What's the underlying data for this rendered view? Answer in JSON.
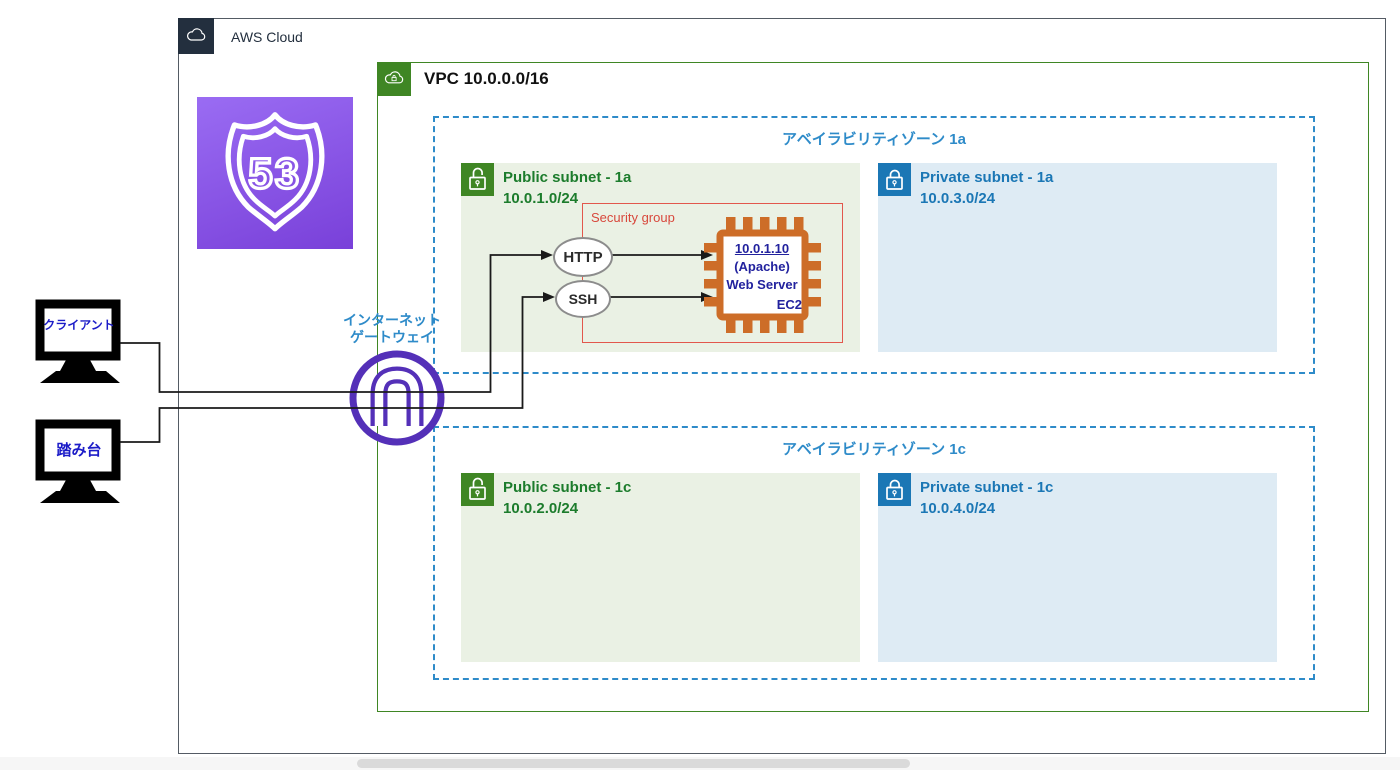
{
  "colors": {
    "aws_dark": "#232F3E",
    "aws_border": "#545B64",
    "vpc_green": "#3F8624",
    "az_blue": "#2E8BC9",
    "public_bg": "#EAF1E4",
    "private_bg": "#DEEBF4",
    "public_text": "#1C7C2C",
    "private_text": "#1B77B5",
    "private_icon_bg": "#1B77B5",
    "sg_border": "#E2574C",
    "sg_text": "#D8483C",
    "ec2_orange": "#CD6D28",
    "ec2_text": "#22229E",
    "r53_purple_light": "#9A6CF3",
    "r53_purple_dark": "#7940D9",
    "igw_purple": "#5430B8",
    "wire_black": "#1A1A1A",
    "monitor_text_blue": "#1C1CC8",
    "port_border": "#8C8C8C",
    "port_text": "#2B2B2B"
  },
  "aws_cloud": {
    "label": "AWS Cloud"
  },
  "vpc": {
    "label": "VPC 10.0.0.0/16"
  },
  "az_1a": {
    "label": "アベイラビリティゾーン 1a"
  },
  "az_1c": {
    "label": "アベイラビリティゾーン 1c"
  },
  "subnets": {
    "public_1a": {
      "name": "Public subnet - 1a",
      "cidr": "10.0.1.0/24"
    },
    "private_1a": {
      "name": "Private subnet - 1a",
      "cidr": "10.0.3.0/24"
    },
    "public_1c": {
      "name": "Public subnet - 1c",
      "cidr": "10.0.2.0/24"
    },
    "private_1c": {
      "name": "Private subnet - 1c",
      "cidr": "10.0.4.0/24"
    }
  },
  "security_group": {
    "label": "Security group"
  },
  "ec2": {
    "ip": "10.0.1.10",
    "stack": "(Apache)",
    "role": "Web Server",
    "service": "EC2"
  },
  "ports": {
    "http": "HTTP",
    "ssh": "SSH"
  },
  "route53": {
    "number": "53"
  },
  "internet_gateway": {
    "label_line1": "インターネット",
    "label_line2": "ゲートウェイ"
  },
  "client": {
    "label": "クライアント"
  },
  "bastion": {
    "label": "踏み台"
  }
}
